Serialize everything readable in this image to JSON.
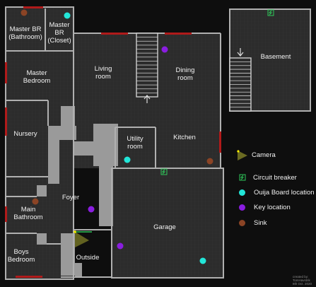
{
  "rooms": {
    "master_br_bathroom": "Master BR\n(Bathroom)",
    "master_br_closet": "Master\nBR\n(Closet)",
    "master_bedroom": "Master\nBedroom",
    "nursery": "Nursery",
    "living_room": "Living\nroom",
    "dining_room": "Dining\nroom",
    "utility_room": "Utility\nroom",
    "kitchen": "Kitchen",
    "foyer": "Foyer",
    "main_bathroom": "Main\nBathroom",
    "boys_bedroom": "Boys\nBedroom",
    "outside": "Outside",
    "garage": "Garage",
    "basement": "Basement"
  },
  "legend": {
    "camera": "Camera",
    "circuit_breaker": "Circuit breaker",
    "ouija": "Ouija Board location",
    "key": "Key location",
    "sink": "Sink"
  },
  "colors": {
    "ouija": "#22e6d8",
    "key": "#8a1de0",
    "sink": "#8b4425",
    "camera": "#6b6b22",
    "circuit": "#2fc85a",
    "door": "#b01a1a",
    "wall": "#9a9a9a",
    "floor": "#2c2c2c"
  },
  "credit": "created by:\nTomHavstrik\n8th Oct. 2020"
}
